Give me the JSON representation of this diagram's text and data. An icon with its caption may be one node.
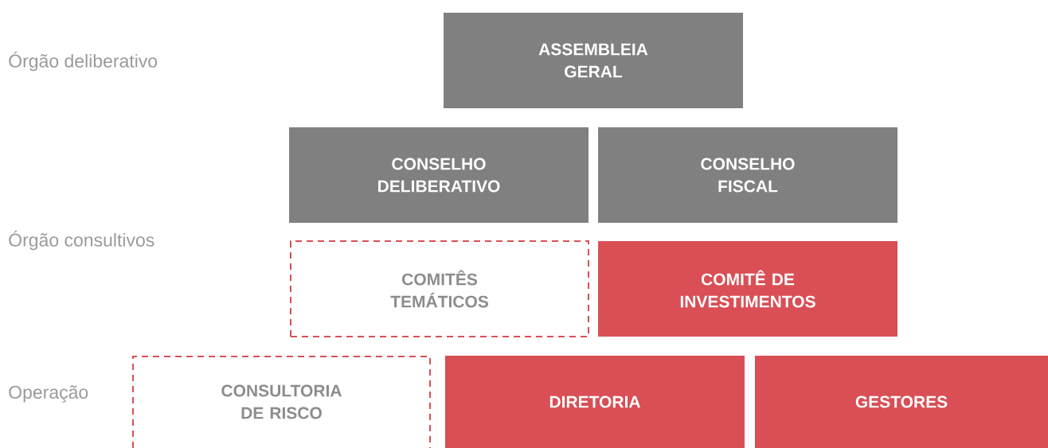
{
  "diagram": {
    "nodes": [
      {
        "text": [
          "ASSEMBLEIA GERAL"
        ]
      },
      {
        "text": [
          "CONSELHO DELIBERATIVO"
        ]
      },
      {
        "text": [
          "CONSELHO FISCAL"
        ]
      },
      {
        "text": [
          "COMITÊS TEMÁTICOS"
        ]
      },
      {
        "text": [
          "COMITÊ DE INVESTIMENTOS"
        ]
      },
      {
        "text": [
          "CONSULTORIA DE RISCO"
        ]
      },
      {
        "text": [
          "DIRETORIA"
        ]
      },
      {
        "text": [
          "GESTORES"
        ]
      }
    ],
    "labels": [
      "Órgão deliberativo",
      "Órgão consultivos",
      "Operação"
    ]
  }
}
